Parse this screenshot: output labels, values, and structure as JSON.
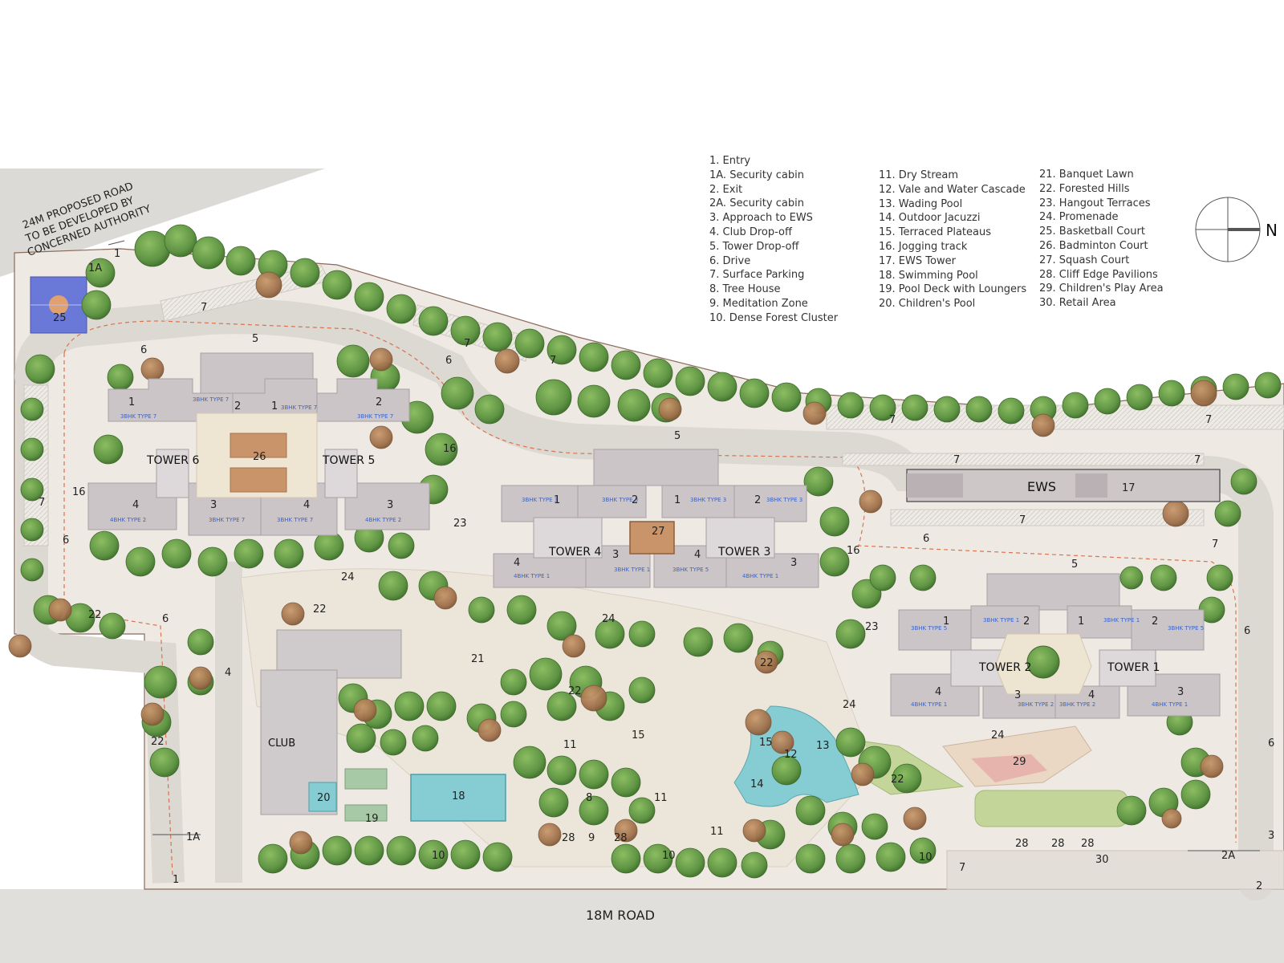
{
  "map": {
    "road_top_left": [
      "24M PROPOSED ROAD",
      "TO BE DEVELOPED BY",
      "CONCERNED AUTHORITY"
    ],
    "road_bottom": "18M ROAD",
    "compass_label": "N",
    "towers": {
      "t1": "TOWER 1",
      "t2": "TOWER 2",
      "t3": "TOWER 3",
      "t4": "TOWER 4",
      "t5": "TOWER 5",
      "t6": "TOWER 6",
      "ews": "EWS",
      "club": "CLUB"
    }
  },
  "legend": {
    "col1": [
      "1.    Entry",
      "1A. Security cabin",
      "2. Exit",
      "2A. Security cabin",
      "3. Approach to EWS",
      "4. Club Drop-off",
      "5. Tower Drop-off",
      "6. Drive",
      "7. Surface Parking",
      "8. Tree House",
      "9. Meditation Zone",
      "10. Dense Forest Cluster"
    ],
    "col2": [
      "11. Dry Stream",
      "12. Vale and Water Cascade",
      "13.  Wading Pool",
      "14.  Outdoor Jacuzzi",
      "15.  Terraced Plateaus",
      "16.  Jogging track",
      "17.  EWS Tower",
      "18.  Swimming Pool",
      "19.  Pool Deck with Loungers",
      "20.  Children's Pool"
    ],
    "col3": [
      "21.  Banquet Lawn",
      "22.  Forested Hills",
      "23.  Hangout Terraces",
      "24.  Promenade",
      "25. Basketball Court",
      "26. Badminton Court",
      "27. Squash Court",
      "28. Cliff Edge Pavilions",
      "29.  Children's Play Area",
      "30. Retail Area"
    ]
  },
  "units": {
    "t6_1": "3BHK TYPE 7",
    "t6_2": "3BHK TYPE 7",
    "t6_3": "3BHK TYPE 7",
    "t6_4": "4BHK TYPE 2",
    "t5_1": "3BHK TYPE 7",
    "t5_2": "3BHK TYPE 7",
    "t5_3": "4BHK TYPE 2",
    "t5_4": "3BHK TYPE 7",
    "t4_1": "3BHK TYPE 3",
    "t4_2": "3BHK TYPE 3",
    "t4_3": "3BHK TYPE 1",
    "t4_4": "4BHK TYPE 1",
    "t3_1": "3BHK TYPE 3",
    "t3_2": "3BHK TYPE 3",
    "t3_3": "4BHK TYPE 1",
    "t3_4": "3BHK TYPE 5",
    "t2_1": "3BHK TYPE 5",
    "t2_2": "3BHK TYPE 1",
    "t2_3": "3BHK TYPE 2",
    "t2_4": "4BHK TYPE 1",
    "t1_1": "3BHK TYPE 1",
    "t1_2": "3BHK TYPE 5",
    "t1_3": "4BHK TYPE 1",
    "t1_4": "3BHK TYPE 2"
  },
  "colors": {
    "tree": "#6f9f4f",
    "tree_dark": "#4f7d37",
    "lawn": "#b9cc86",
    "paving": "#ece8e0",
    "road": "#dedcd8",
    "building": "#cbc5c8",
    "building_dark": "#b8b0b3",
    "water": "#7fc7cf",
    "court_blue": "#6a78d8",
    "court_brown": "#c9946a",
    "play_pink": "#e7b3ad"
  }
}
